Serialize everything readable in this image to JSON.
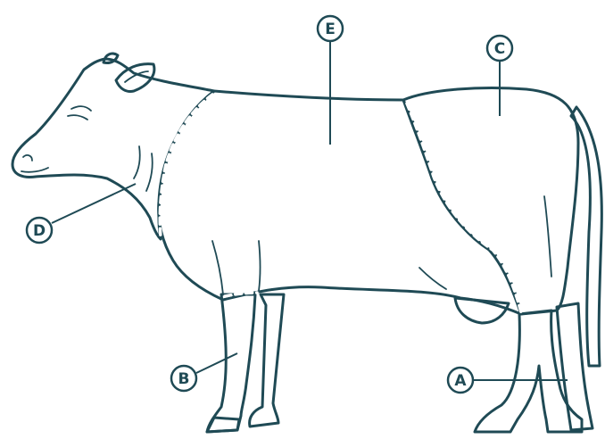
{
  "labels": {
    "a": "A",
    "b": "B",
    "c": "C",
    "d": "D",
    "e": "E"
  },
  "colors": {
    "outline": "#1f4a55",
    "head_neck": "#f9d4a8",
    "body": "#c9cbcd",
    "hindquarter": "#d4e8b4",
    "hind_legs": "#aee0ef",
    "front_leg": "#c8aed5",
    "far_leg": "#ffffff"
  }
}
